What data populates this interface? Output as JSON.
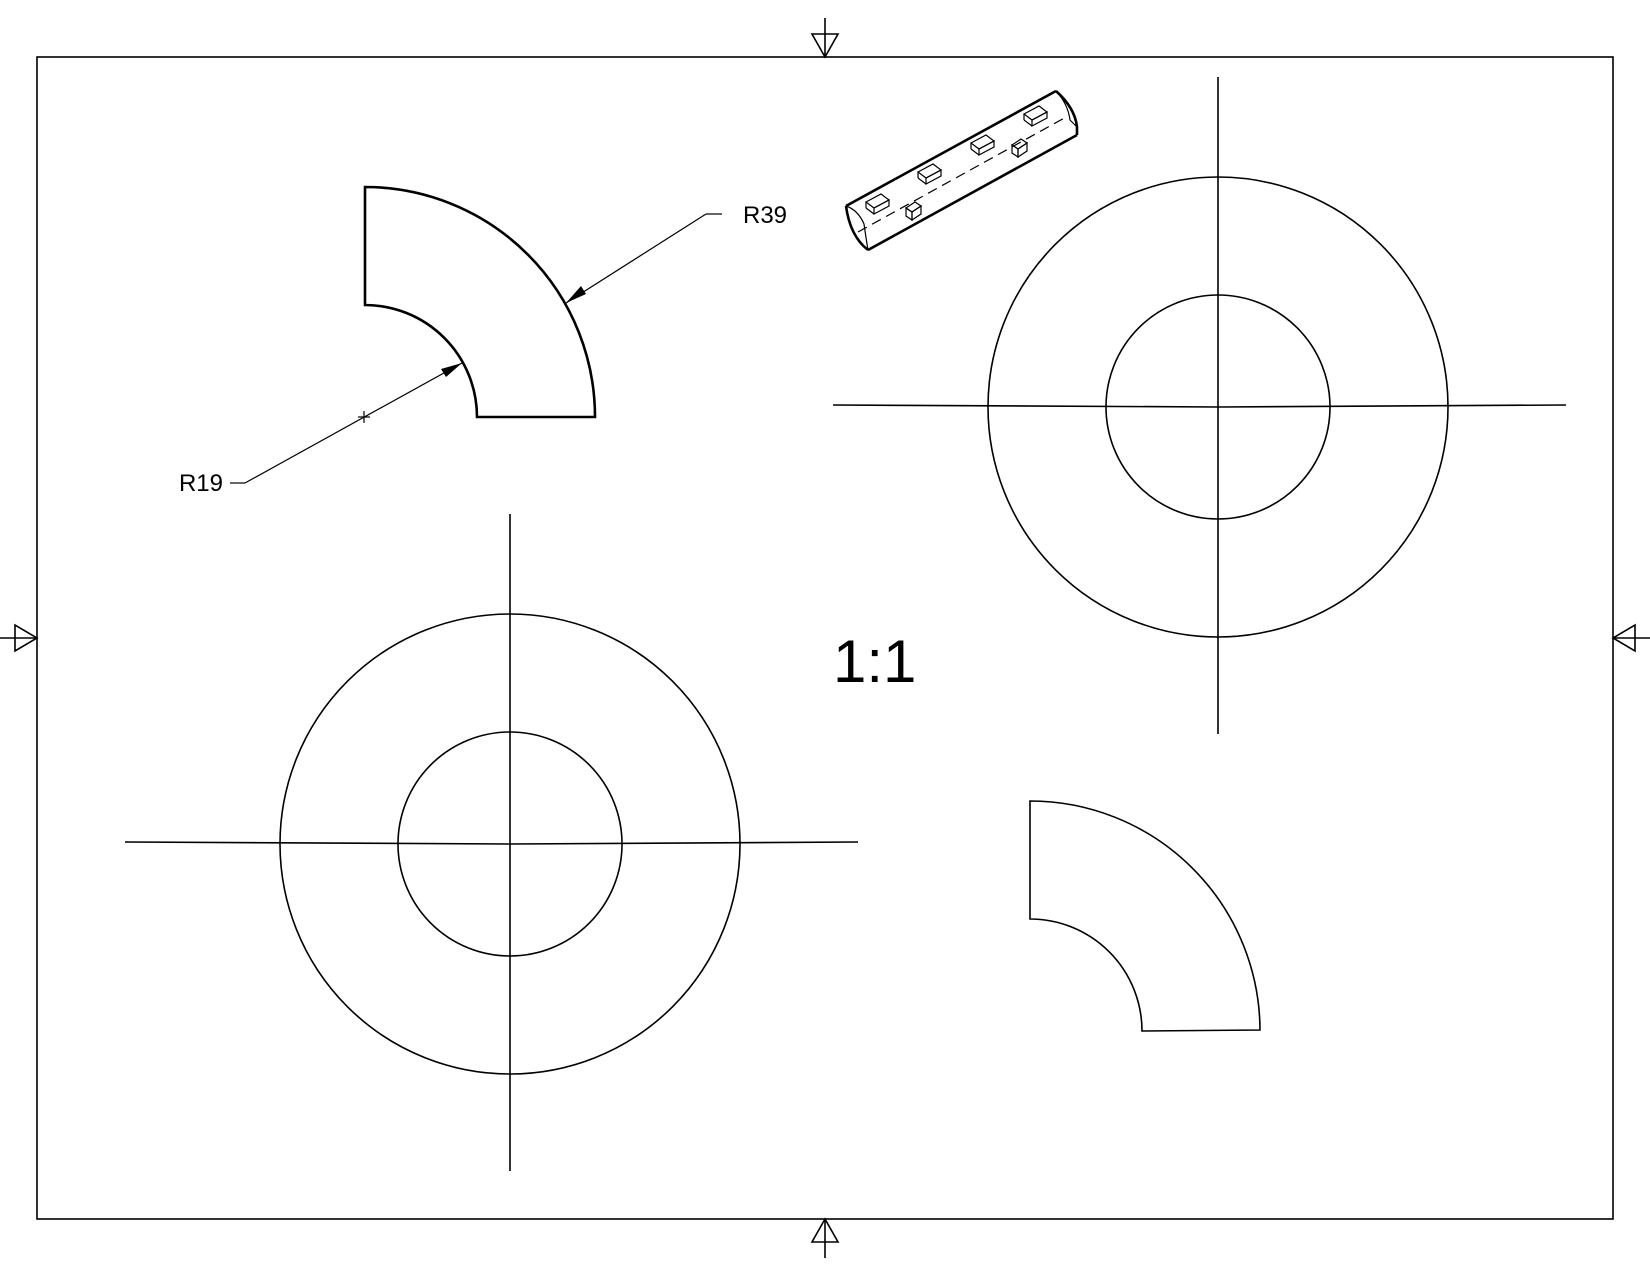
{
  "drawing": {
    "scale_label": "1:1",
    "dimensions": [
      {
        "label": "R39"
      },
      {
        "label": "R19"
      }
    ]
  },
  "colors": {
    "line": "#000000",
    "paper": "#ffffff"
  }
}
